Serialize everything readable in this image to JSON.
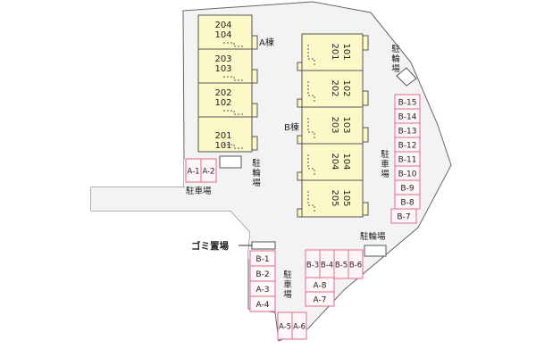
{
  "building_a": {
    "label": "A棟",
    "units": [
      {
        "upper": "204",
        "lower": "104"
      },
      {
        "upper": "203",
        "lower": "103"
      },
      {
        "upper": "202",
        "lower": "102"
      },
      {
        "upper": "201",
        "lower": "101"
      }
    ]
  },
  "building_b": {
    "label": "B棟",
    "units": [
      {
        "upper": "201",
        "lower": "101"
      },
      {
        "upper": "202",
        "lower": "102"
      },
      {
        "upper": "203",
        "lower": "103"
      },
      {
        "upper": "204",
        "lower": "104"
      },
      {
        "upper": "205",
        "lower": "105"
      }
    ]
  },
  "labels": {
    "bicycle_parking_a": "駐輪場",
    "bicycle_parking_top": "駐輪場",
    "bicycle_parking_right": "駐輪場",
    "parking_left": "駐車場",
    "parking_middle": "駐車場",
    "parking_right": "駐車場",
    "garbage": "ゴミ置場"
  },
  "parking": {
    "a_top": [
      "A-1",
      "A-2"
    ],
    "b_right": [
      "B-15",
      "B-14",
      "B-13",
      "B-12",
      "B-11",
      "B-10",
      "B-9",
      "B-8",
      "B-7"
    ],
    "b_left": [
      "B-1",
      "B-2",
      "A-3",
      "A-4"
    ],
    "b_bottom": [
      "B-3",
      "B-4",
      "B-5",
      "B-6"
    ],
    "a_middle": [
      "A-8",
      "A-7"
    ],
    "a_bottom": [
      "A-5",
      "A-6"
    ]
  },
  "colors": {
    "building_fill": "#fcf8c8",
    "parking_border": "#e36b88",
    "parking_fill": "#fff6f8",
    "site_fill": "#f3f3f3",
    "outline": "#666666"
  }
}
